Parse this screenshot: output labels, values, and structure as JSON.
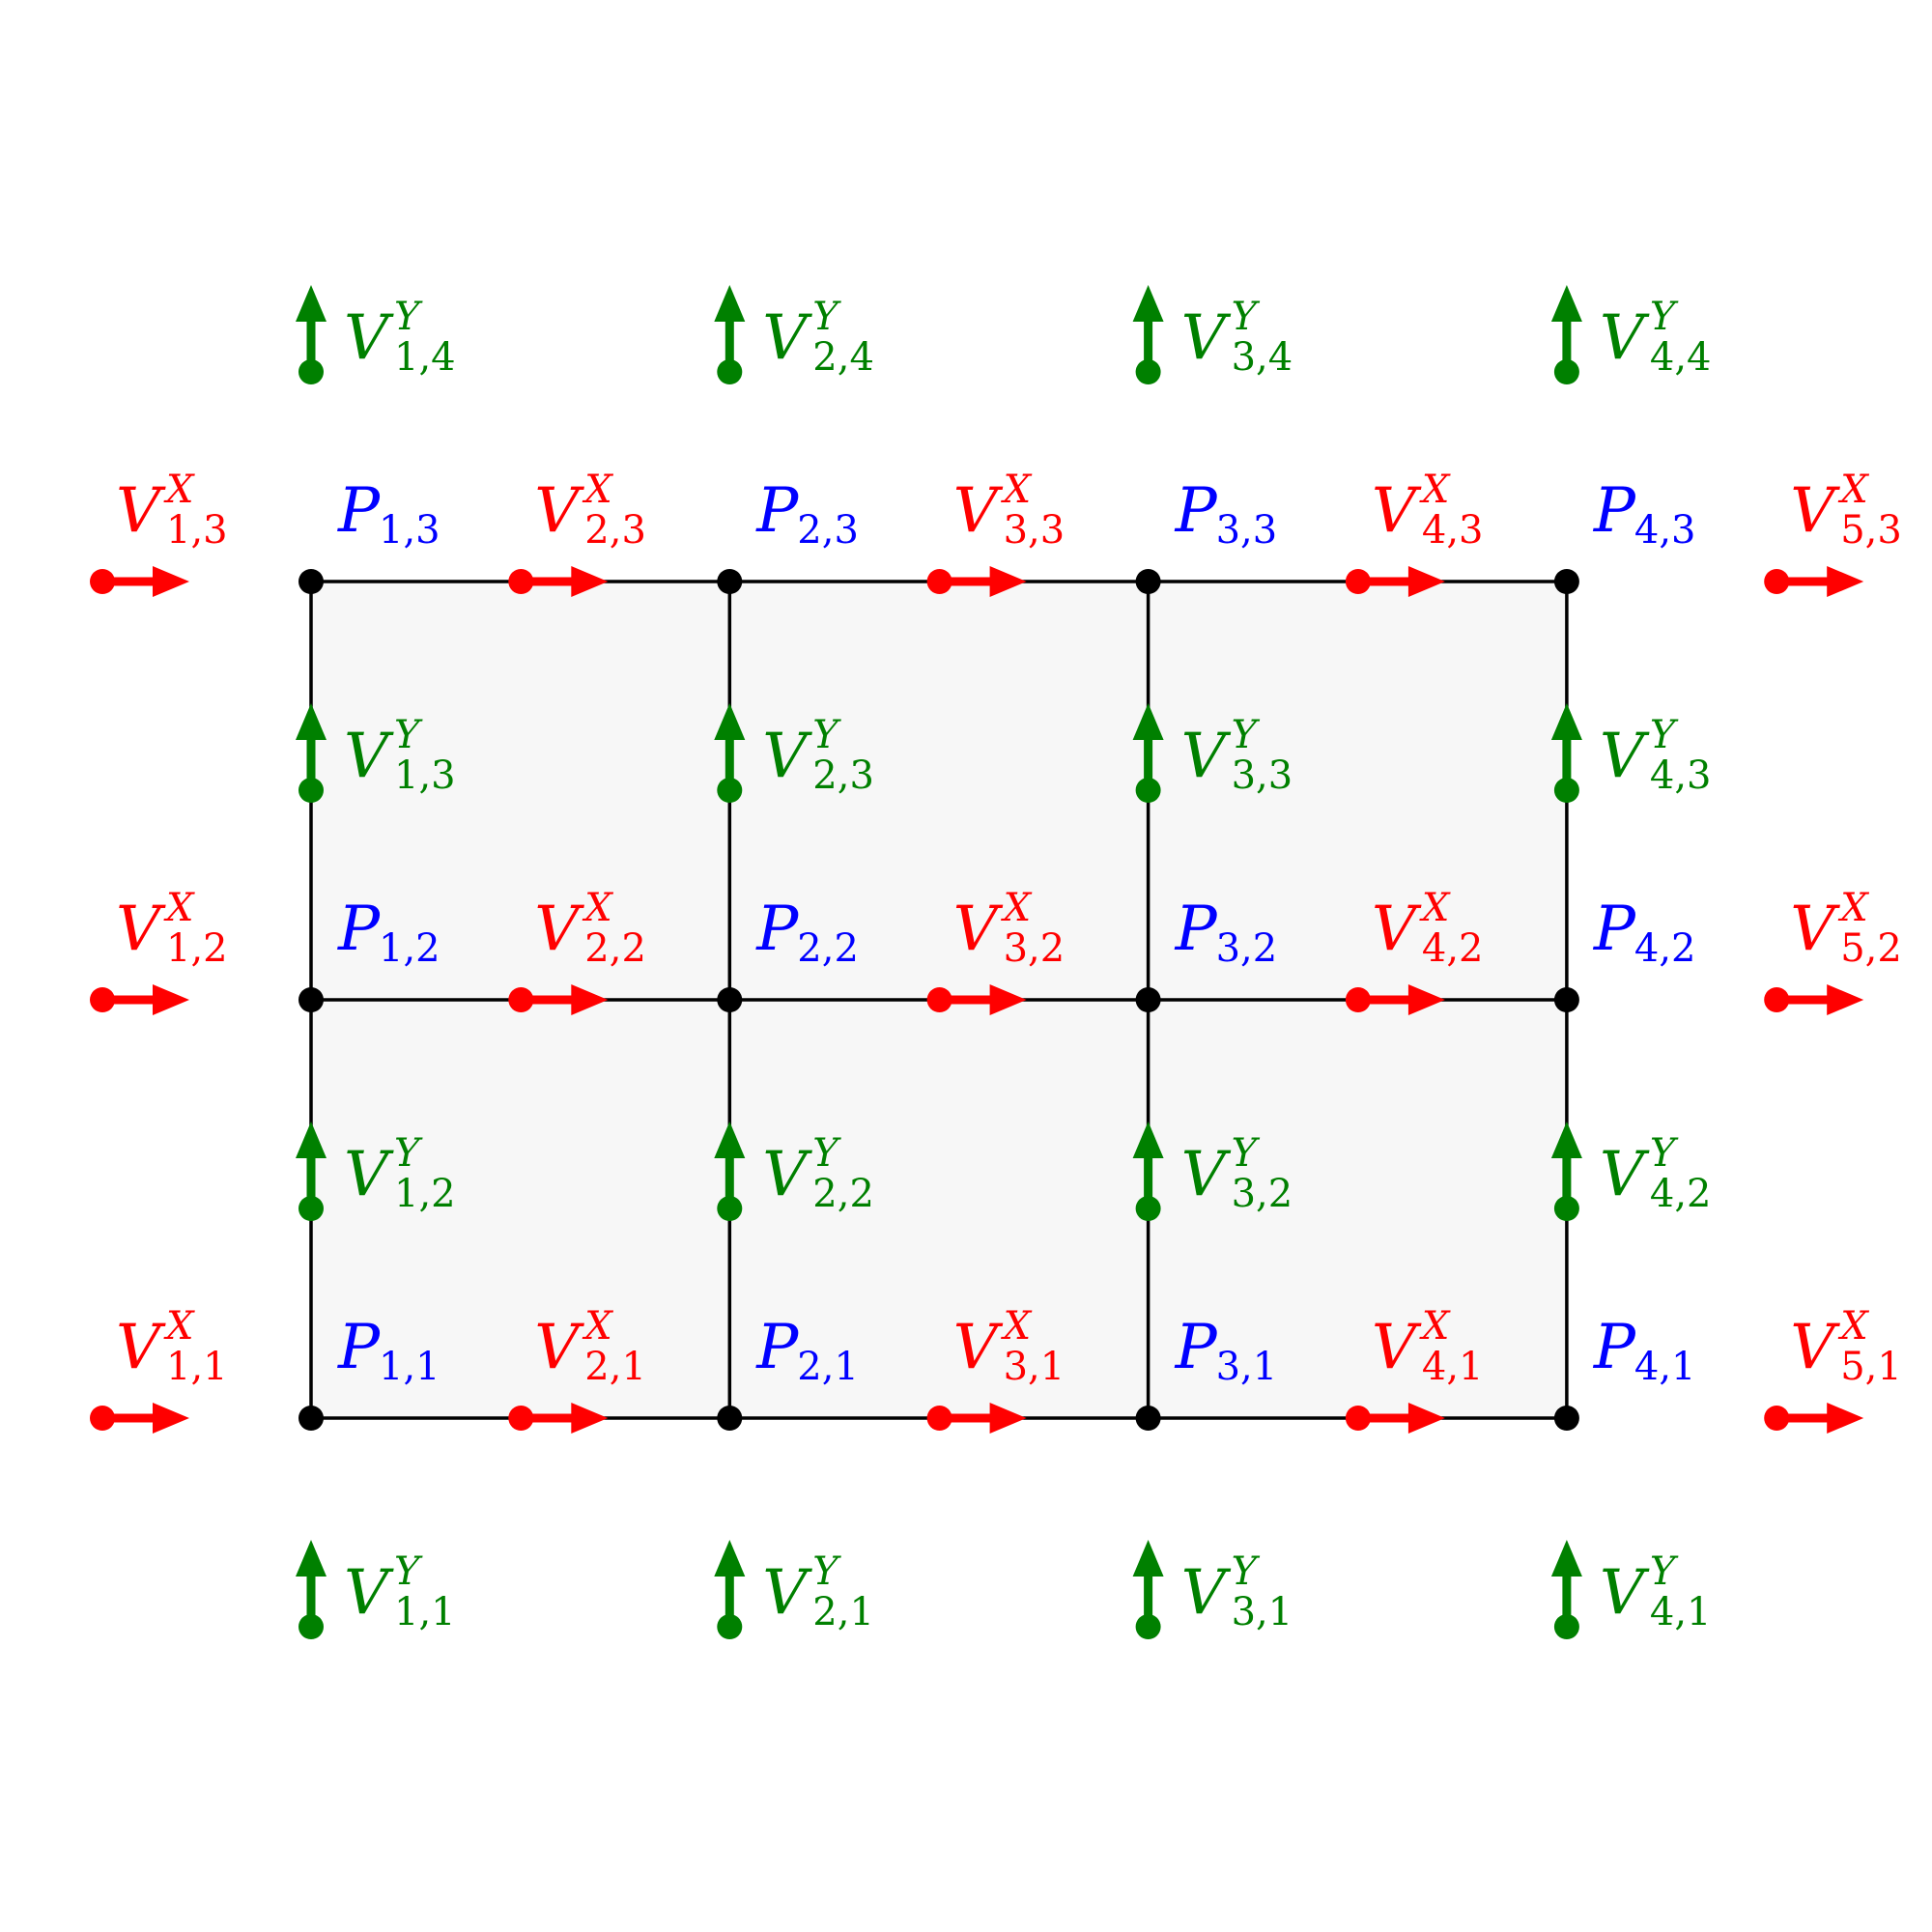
{
  "diagram": {
    "colors": {
      "pressure": "#0000ff",
      "vx": "#ff0000",
      "vy": "#008000",
      "grid_line": "#000000",
      "cell_fill": "#f7f7f7",
      "node": "#000000"
    },
    "grid": {
      "nx": 4,
      "ny": 3
    },
    "pressure_labels": [
      {
        "i": 1,
        "j": 1,
        "base": "P",
        "sub": "1,1"
      },
      {
        "i": 2,
        "j": 1,
        "base": "P",
        "sub": "2,1"
      },
      {
        "i": 3,
        "j": 1,
        "base": "P",
        "sub": "3,1"
      },
      {
        "i": 4,
        "j": 1,
        "base": "P",
        "sub": "4,1"
      },
      {
        "i": 1,
        "j": 2,
        "base": "P",
        "sub": "1,2"
      },
      {
        "i": 2,
        "j": 2,
        "base": "P",
        "sub": "2,2"
      },
      {
        "i": 3,
        "j": 2,
        "base": "P",
        "sub": "3,2"
      },
      {
        "i": 4,
        "j": 2,
        "base": "P",
        "sub": "4,2"
      },
      {
        "i": 1,
        "j": 3,
        "base": "P",
        "sub": "1,3"
      },
      {
        "i": 2,
        "j": 3,
        "base": "P",
        "sub": "2,3"
      },
      {
        "i": 3,
        "j": 3,
        "base": "P",
        "sub": "3,3"
      },
      {
        "i": 4,
        "j": 3,
        "base": "P",
        "sub": "4,3"
      }
    ],
    "vx_labels": [
      {
        "i": 1,
        "j": 1,
        "base": "V",
        "sup": "X",
        "sub": "1,1"
      },
      {
        "i": 2,
        "j": 1,
        "base": "V",
        "sup": "X",
        "sub": "2,1"
      },
      {
        "i": 3,
        "j": 1,
        "base": "V",
        "sup": "X",
        "sub": "3,1"
      },
      {
        "i": 4,
        "j": 1,
        "base": "V",
        "sup": "X",
        "sub": "4,1"
      },
      {
        "i": 5,
        "j": 1,
        "base": "V",
        "sup": "X",
        "sub": "5,1"
      },
      {
        "i": 1,
        "j": 2,
        "base": "V",
        "sup": "X",
        "sub": "1,2"
      },
      {
        "i": 2,
        "j": 2,
        "base": "V",
        "sup": "X",
        "sub": "2,2"
      },
      {
        "i": 3,
        "j": 2,
        "base": "V",
        "sup": "X",
        "sub": "3,2"
      },
      {
        "i": 4,
        "j": 2,
        "base": "V",
        "sup": "X",
        "sub": "4,2"
      },
      {
        "i": 5,
        "j": 2,
        "base": "V",
        "sup": "X",
        "sub": "5,2"
      },
      {
        "i": 1,
        "j": 3,
        "base": "V",
        "sup": "X",
        "sub": "1,3"
      },
      {
        "i": 2,
        "j": 3,
        "base": "V",
        "sup": "X",
        "sub": "2,3"
      },
      {
        "i": 3,
        "j": 3,
        "base": "V",
        "sup": "X",
        "sub": "3,3"
      },
      {
        "i": 4,
        "j": 3,
        "base": "V",
        "sup": "X",
        "sub": "4,3"
      },
      {
        "i": 5,
        "j": 3,
        "base": "V",
        "sup": "X",
        "sub": "5,3"
      }
    ],
    "vy_labels": [
      {
        "i": 1,
        "j": 1,
        "base": "V",
        "sup": "Y",
        "sub": "1,1"
      },
      {
        "i": 2,
        "j": 1,
        "base": "V",
        "sup": "Y",
        "sub": "2,1"
      },
      {
        "i": 3,
        "j": 1,
        "base": "V",
        "sup": "Y",
        "sub": "3,1"
      },
      {
        "i": 4,
        "j": 1,
        "base": "V",
        "sup": "Y",
        "sub": "4,1"
      },
      {
        "i": 1,
        "j": 2,
        "base": "V",
        "sup": "Y",
        "sub": "1,2"
      },
      {
        "i": 2,
        "j": 2,
        "base": "V",
        "sup": "Y",
        "sub": "2,2"
      },
      {
        "i": 3,
        "j": 2,
        "base": "V",
        "sup": "Y",
        "sub": "3,2"
      },
      {
        "i": 4,
        "j": 2,
        "base": "V",
        "sup": "Y",
        "sub": "4,2"
      },
      {
        "i": 1,
        "j": 3,
        "base": "V",
        "sup": "Y",
        "sub": "1,3"
      },
      {
        "i": 2,
        "j": 3,
        "base": "V",
        "sup": "Y",
        "sub": "2,3"
      },
      {
        "i": 3,
        "j": 3,
        "base": "V",
        "sup": "Y",
        "sub": "3,3"
      },
      {
        "i": 4,
        "j": 3,
        "base": "V",
        "sup": "Y",
        "sub": "4,3"
      },
      {
        "i": 1,
        "j": 4,
        "base": "V",
        "sup": "Y",
        "sub": "1,4"
      },
      {
        "i": 2,
        "j": 4,
        "base": "V",
        "sup": "Y",
        "sub": "2,4"
      },
      {
        "i": 3,
        "j": 4,
        "base": "V",
        "sup": "Y",
        "sub": "3,4"
      },
      {
        "i": 4,
        "j": 4,
        "base": "V",
        "sup": "Y",
        "sub": "4,4"
      }
    ]
  }
}
